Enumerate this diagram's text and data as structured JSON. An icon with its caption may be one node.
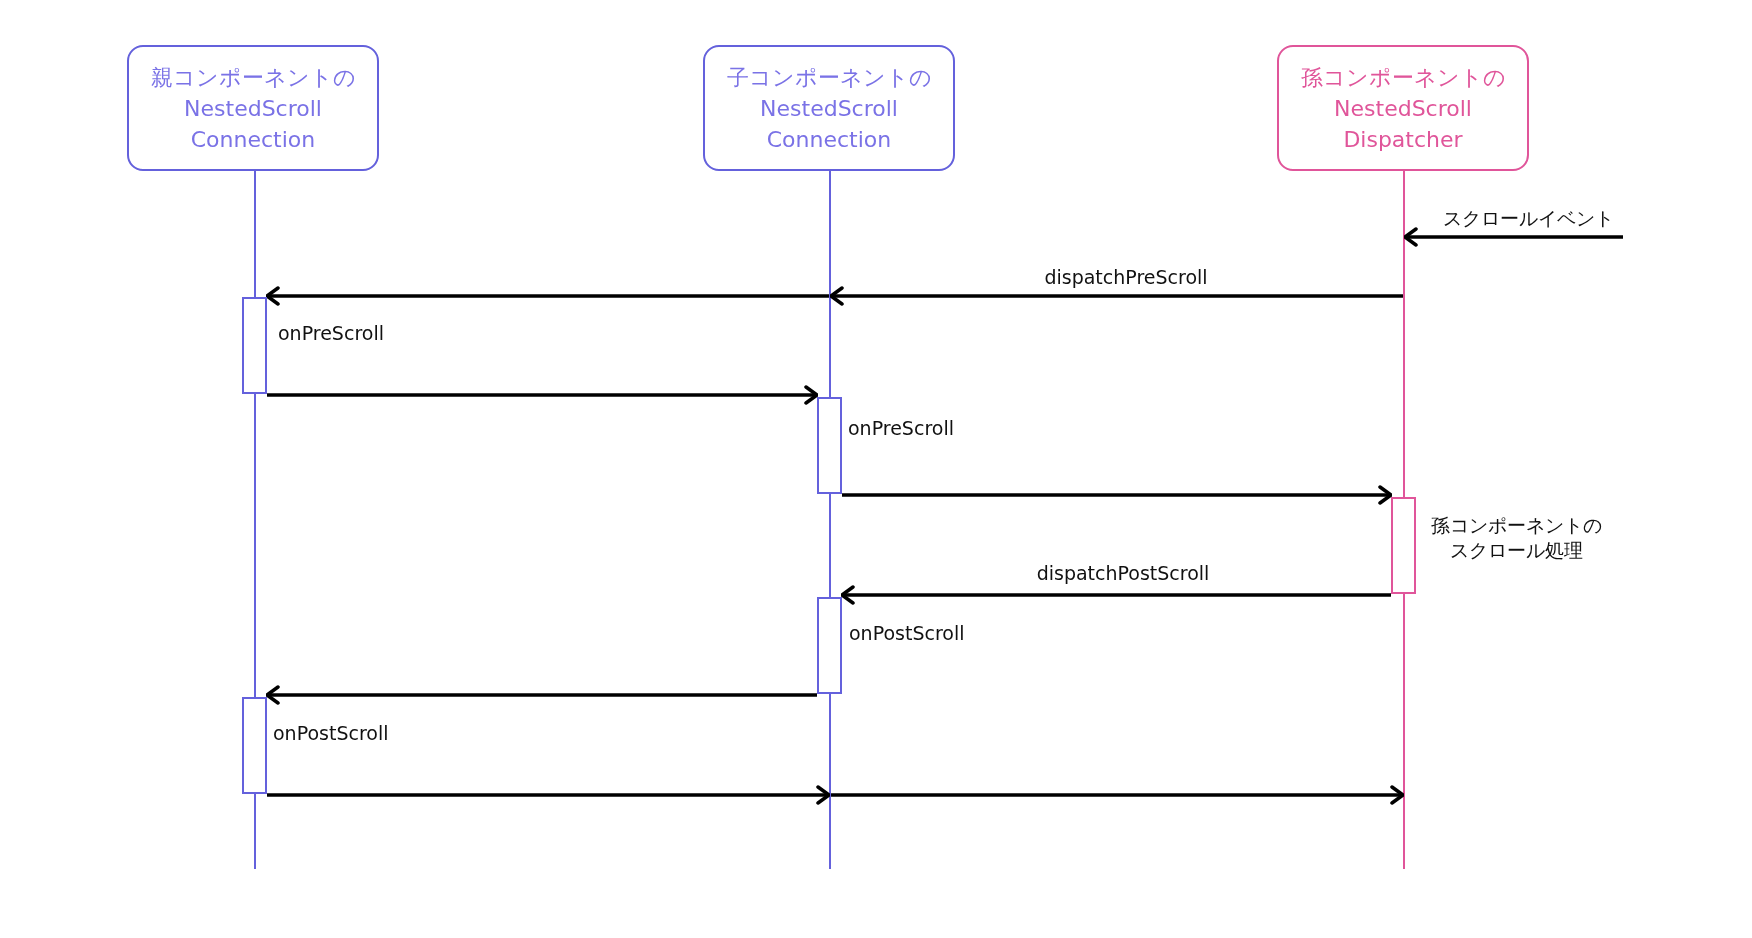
{
  "diagram": {
    "nodes": [
      {
        "text": [
          "親コンポーネントの NestedScroll Connection"
        ]
      },
      {
        "text": [
          "子コンポーネントの NestedScroll Connection"
        ]
      },
      {
        "text": [
          "孫コンポーネントの NestedScroll Dispatcher"
        ]
      },
      {
        "text": [],
        "shape": "line"
      },
      {
        "text": [],
        "shape": "line"
      },
      {
        "text": [],
        "shape": "line"
      },
      {
        "text": [],
        "shape": "bar",
        "beside": [
          "onPreScroll"
        ]
      },
      {
        "text": [],
        "shape": "bar",
        "beside": [
          "onPreScroll"
        ]
      },
      {
        "text": [],
        "shape": "bar",
        "beside": [
          "孫コンポーネントのスクロール処理"
        ]
      },
      {
        "text": [],
        "shape": "bar",
        "beside": [
          "onPostScroll"
        ]
      },
      {
        "text": [],
        "shape": "bar",
        "beside": [
          "onPostScroll"
        ]
      }
    ],
    "edges": [
      {
        "from": null,
        "to": 5,
        "arrow": "to",
        "label": "スクロールイベント"
      },
      {
        "from": 5,
        "to": 4,
        "arrow": "to",
        "label": "dispatchPreScroll"
      },
      {
        "from": 4,
        "to": 6,
        "arrow": "to"
      },
      {
        "from": 6,
        "to": 7,
        "arrow": "to"
      },
      {
        "from": 7,
        "to": 8,
        "arrow": "to"
      },
      {
        "from": 8,
        "to": 9,
        "arrow": "to",
        "label": "dispatchPostScroll"
      },
      {
        "from": 9,
        "to": 10,
        "arrow": "to"
      },
      {
        "from": 10,
        "to": 4,
        "arrow": "to"
      },
      {
        "from": 4,
        "to": 5,
        "arrow": "to"
      }
    ]
  }
}
